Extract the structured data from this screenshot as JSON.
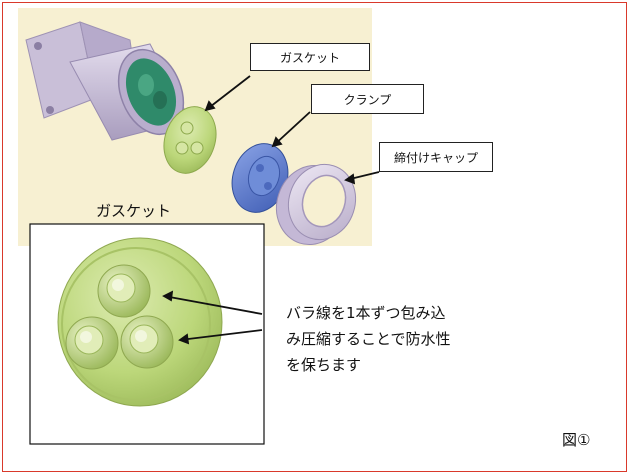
{
  "callouts": {
    "gasket": "ガスケット",
    "clamp": "クランプ",
    "tightening_cap": "締付けキャップ"
  },
  "detail": {
    "title": "ガスケット",
    "description_lines": [
      "バラ線を1本ずつ包み込",
      "み圧縮することで防水性",
      "を保ちます"
    ]
  },
  "figure_label": "図①",
  "colors": {
    "frame_border": "#d9392b",
    "backdrop": "#f7f0d2",
    "gasket": "#bcd77a",
    "clamp": "#5f7fd0",
    "cap": "#d7cde4",
    "connector": "#c9bfd8",
    "connector_insert": "#2f8a6a"
  }
}
